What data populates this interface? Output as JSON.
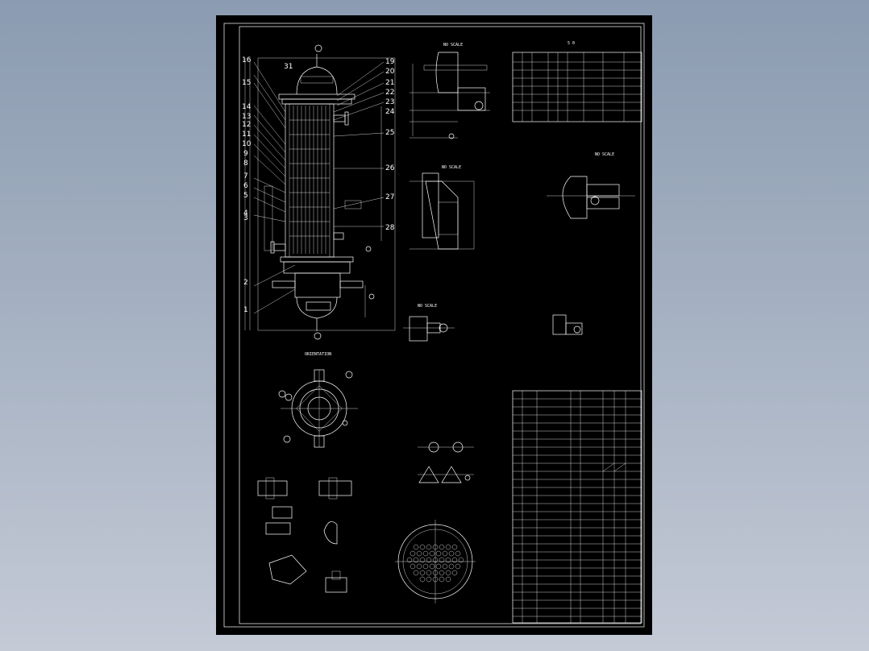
{
  "drawing": {
    "background": "#000000",
    "line_color": "#ffffff",
    "canvas_background": "#9aa6b8"
  },
  "views": {
    "section_label": "NO SCALE",
    "orientation_label": "ORIENTATION",
    "top_table_header": "5 0"
  },
  "callouts": {
    "left_column": [
      "16",
      "15",
      "14",
      "13",
      "12",
      "11",
      "10",
      "9",
      "8",
      "7",
      "6",
      "5",
      "4",
      "3",
      "2",
      "1"
    ],
    "right_column": [
      "19",
      "20",
      "21",
      "22",
      "23",
      "24",
      "25",
      "26",
      "27",
      "28"
    ],
    "top_mark": "31"
  }
}
